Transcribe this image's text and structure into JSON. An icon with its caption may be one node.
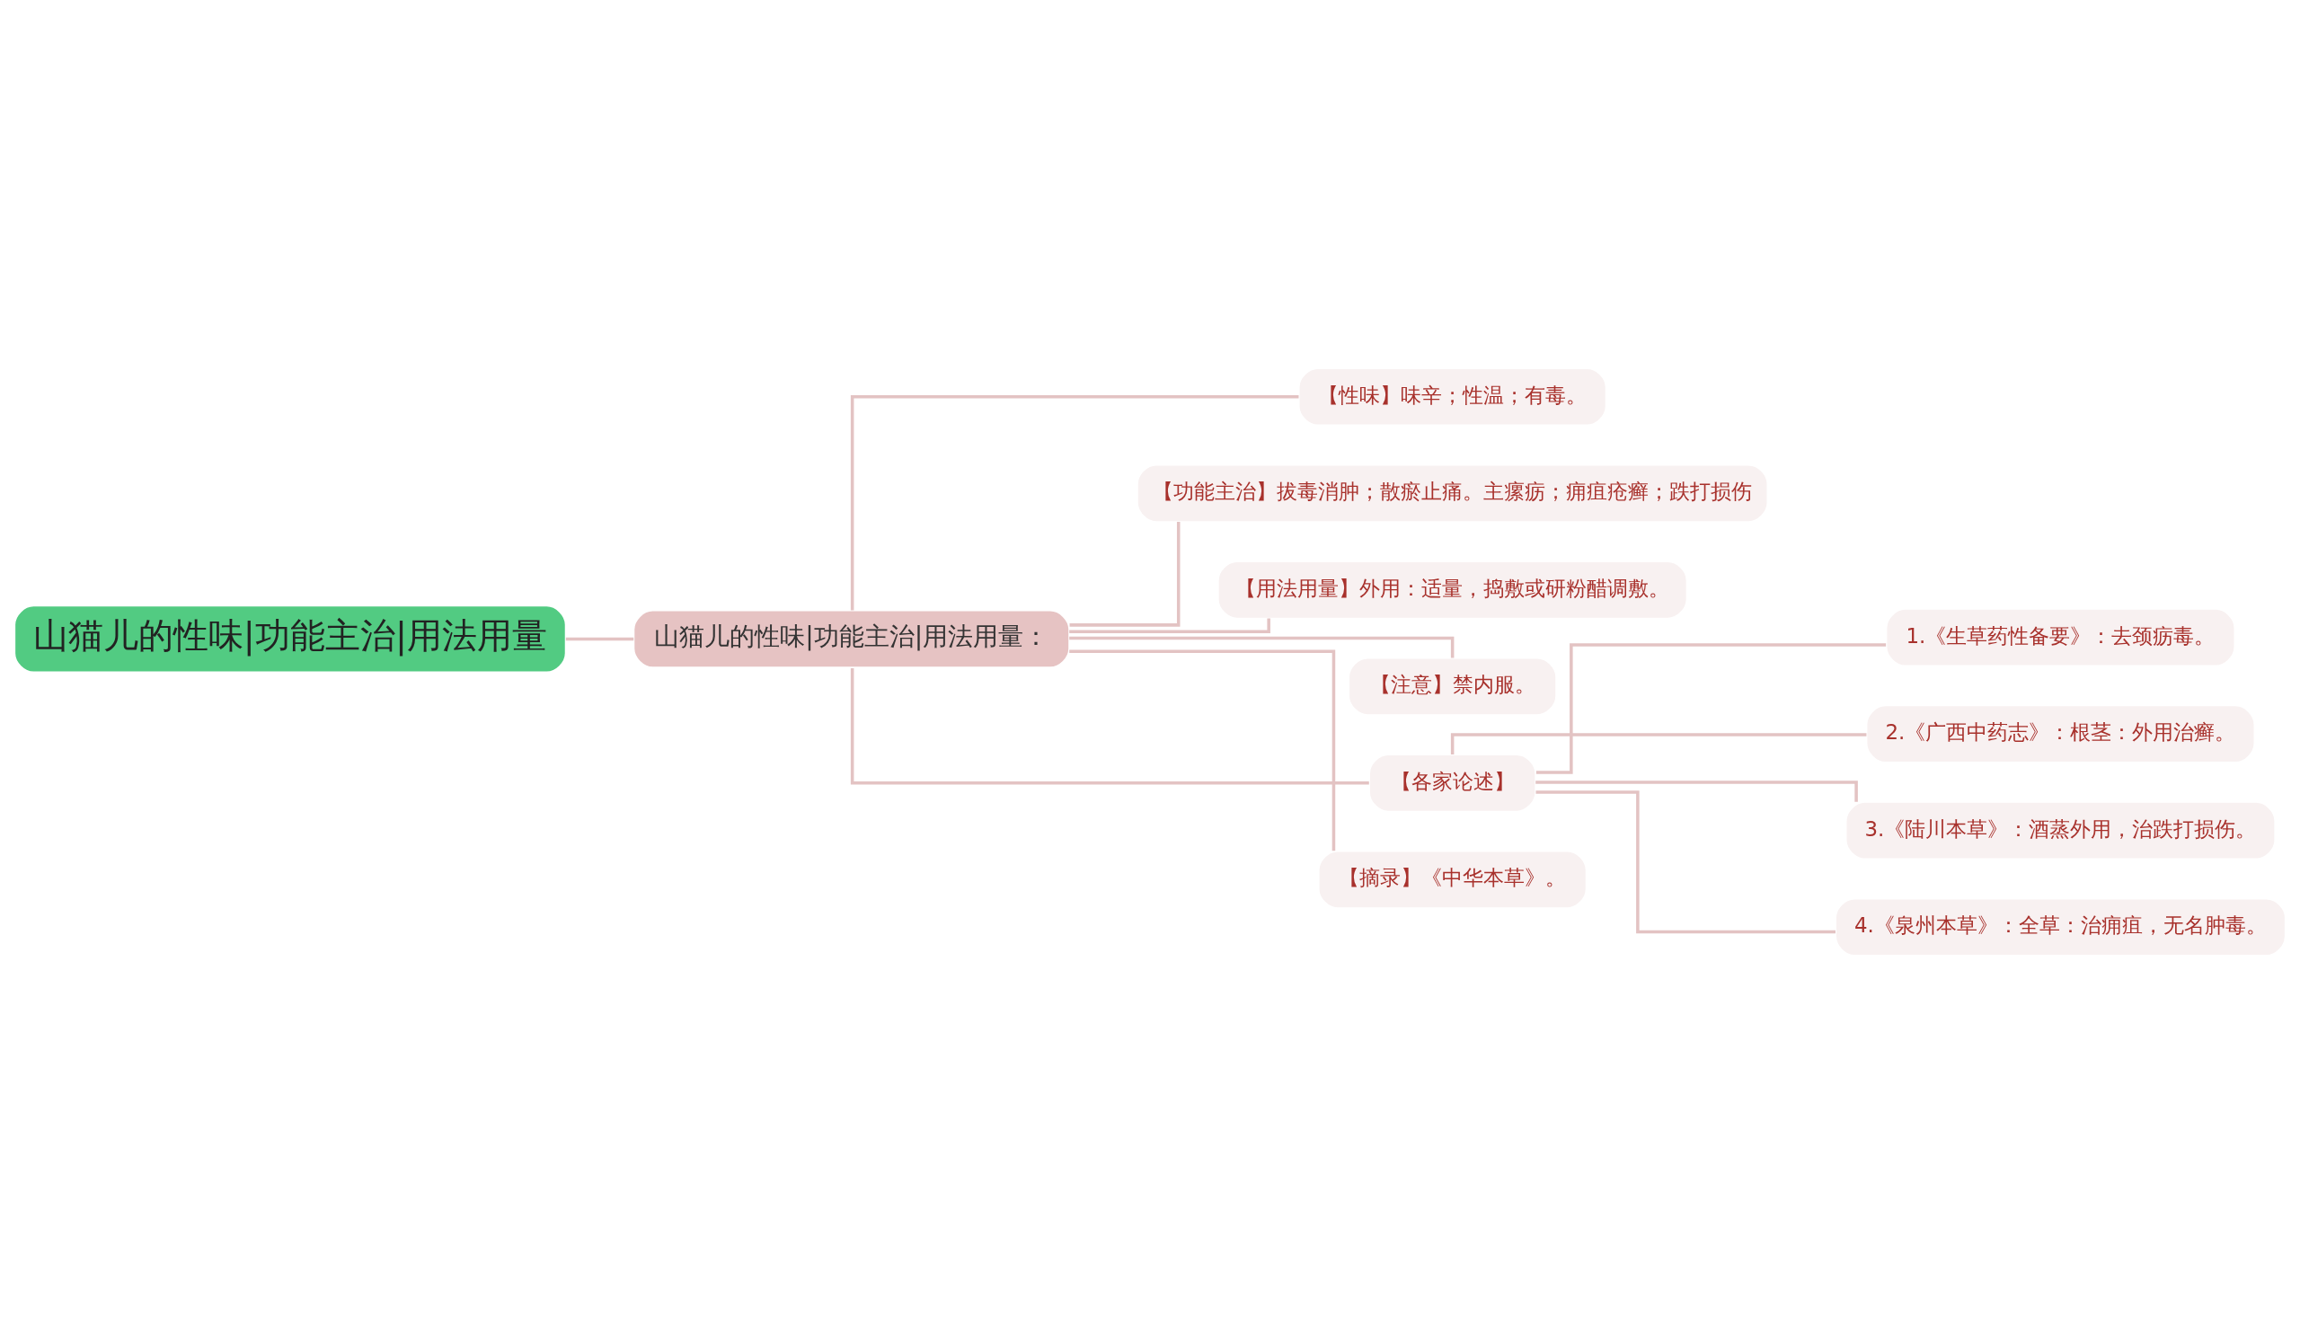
{
  "diagram": {
    "nodes": [
      {
        "text": [
          "山猫儿的性味|功能主治|用法用量"
        ]
      },
      {
        "text": [
          "山猫儿的性味|功能主治|用法用量："
        ]
      },
      {
        "text": [
          "【性味】味辛；性温；有毒。"
        ]
      },
      {
        "text": [
          "【功能主治】拔毒消肿；散瘀止痛。主瘰疬；痈疽疮癣；跌打损伤"
        ]
      },
      {
        "text": [
          "【用法用量】外用：适量，捣敷或研粉醋调敷。"
        ]
      },
      {
        "text": [
          "【注意】禁内服。"
        ]
      },
      {
        "text": [
          "【各家论述】"
        ]
      },
      {
        "text": [
          "1.《生草药性备要》：去颈疬毒。"
        ]
      },
      {
        "text": [
          "2.《广西中药志》：根茎：外用治癣。"
        ]
      },
      {
        "text": [
          "3.《陆川本草》：酒蒸外用，治跌打损伤。"
        ]
      },
      {
        "text": [
          "4.《泉州本草》：全草：治痈疽，无名肿毒。"
        ]
      },
      {
        "text": [
          "【摘录】《中华本草》。"
        ]
      }
    ],
    "edges": [
      {
        "from": 0,
        "to": 1,
        "arrow": "none"
      },
      {
        "from": 1,
        "to": 2,
        "arrow": "none"
      },
      {
        "from": 1,
        "to": 3,
        "arrow": "none"
      },
      {
        "from": 1,
        "to": 4,
        "arrow": "none"
      },
      {
        "from": 1,
        "to": 5,
        "arrow": "none"
      },
      {
        "from": 1,
        "to": 6,
        "arrow": "none"
      },
      {
        "from": 6,
        "to": 7,
        "arrow": "none"
      },
      {
        "from": 6,
        "to": 8,
        "arrow": "none"
      },
      {
        "from": 6,
        "to": 9,
        "arrow": "none"
      },
      {
        "from": 6,
        "to": 10,
        "arrow": "none"
      },
      {
        "from": 1,
        "to": 11,
        "arrow": "none"
      }
    ]
  }
}
